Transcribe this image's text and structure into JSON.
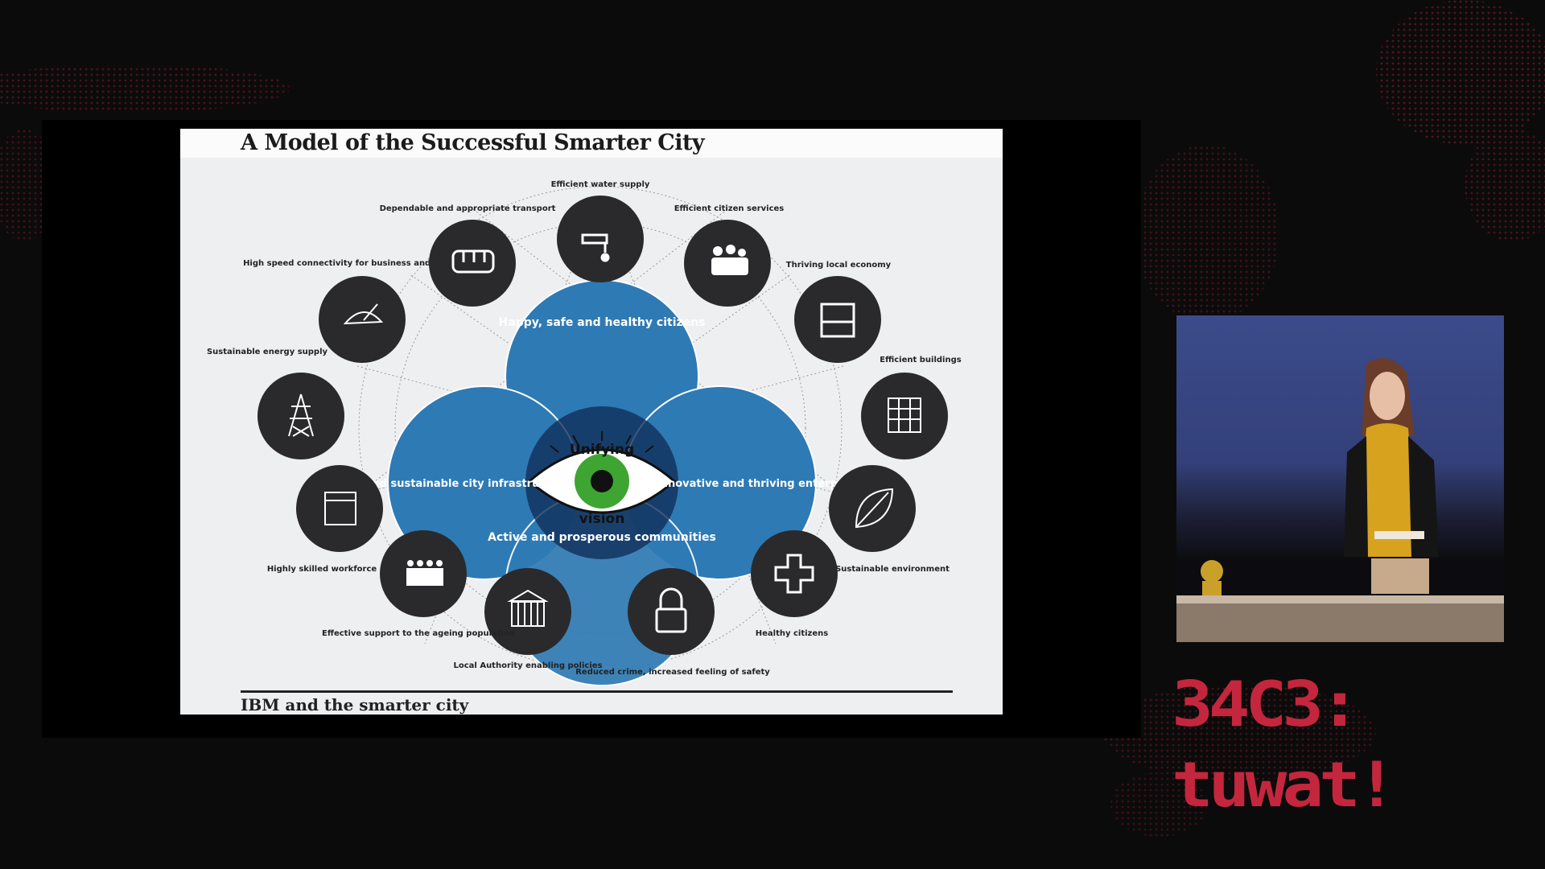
{
  "slide": {
    "title": "A Model of the Successful Smarter City",
    "footer": "IBM and the smarter city",
    "vision_word_1": "Unifying",
    "vision_word_2": "vision",
    "rings": [
      "Happy, safe and healthy citizens",
      "Efficient and sustainable city infrastructure",
      "Innovative and thriving enterprises",
      "Active and prosperous communities"
    ],
    "nodes": [
      {
        "label": "Efficient water supply",
        "icon": "water-tap-icon"
      },
      {
        "label": "Efficient citizen services",
        "icon": "people-icon"
      },
      {
        "label": "Thriving local economy",
        "icon": "shop-icon"
      },
      {
        "label": "Efficient buildings",
        "icon": "building-icon"
      },
      {
        "label": "Sustainable environment",
        "icon": "leaf-icon"
      },
      {
        "label": "Healthy citizens",
        "icon": "cross-icon"
      },
      {
        "label": "Reduced crime, increased feeling of safety",
        "icon": "padlock-icon"
      },
      {
        "label": "Local Authority enabling policies",
        "icon": "government-building-icon"
      },
      {
        "label": "Effective support to the ageing population",
        "icon": "crowd-icon"
      },
      {
        "label": "Highly skilled workforce",
        "icon": "book-icon"
      },
      {
        "label": "Sustainable energy supply",
        "icon": "pylon-icon"
      },
      {
        "label": "High speed connectivity for business and citizens",
        "icon": "satellite-dish-icon"
      },
      {
        "label": "Dependable and appropriate transport",
        "icon": "bus-icon"
      }
    ]
  },
  "event_logo": {
    "line1": "34C3:",
    "line2": "tuwat!"
  },
  "colors": {
    "ring_blue": "#2e7ab4",
    "ring_dark": "#10305a",
    "node_dark": "#2a2a2c",
    "logo_red": "#c4263d",
    "eye_green": "#3ea533"
  }
}
